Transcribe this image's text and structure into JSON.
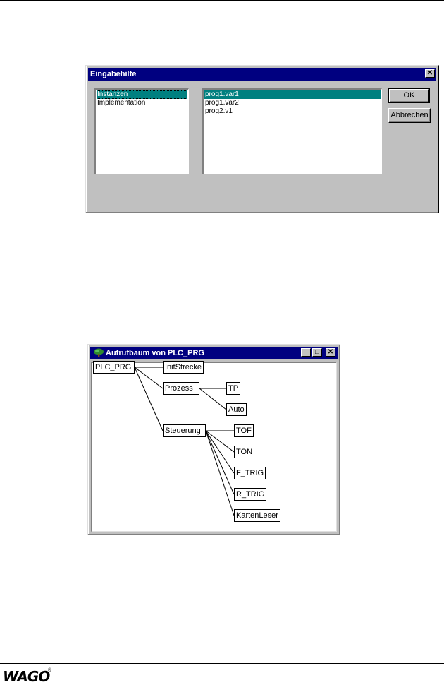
{
  "dialog": {
    "title": "Eingabehilfe",
    "categories": [
      "Instanzen",
      "Implementation"
    ],
    "items": [
      "prog1.var1",
      "prog1.var2",
      "prog2.v1"
    ],
    "ok_label": "OK",
    "cancel_label": "Abbrechen"
  },
  "tree_window": {
    "title": "Aufrufbaum von PLC_PRG",
    "nodes": {
      "root": "PLC_PRG",
      "initstrecke": "InitStrecke",
      "prozess": "Prozess",
      "tp": "TP",
      "auto": "Auto",
      "steuerung": "Steuerung",
      "tof": "TOF",
      "ton": "TON",
      "f_trig": "F_TRIG",
      "r_trig": "R_TRIG",
      "kartenleser": "KartenLeser"
    }
  },
  "footer": {
    "logo": "WAGO",
    "registered_mark": "®"
  }
}
